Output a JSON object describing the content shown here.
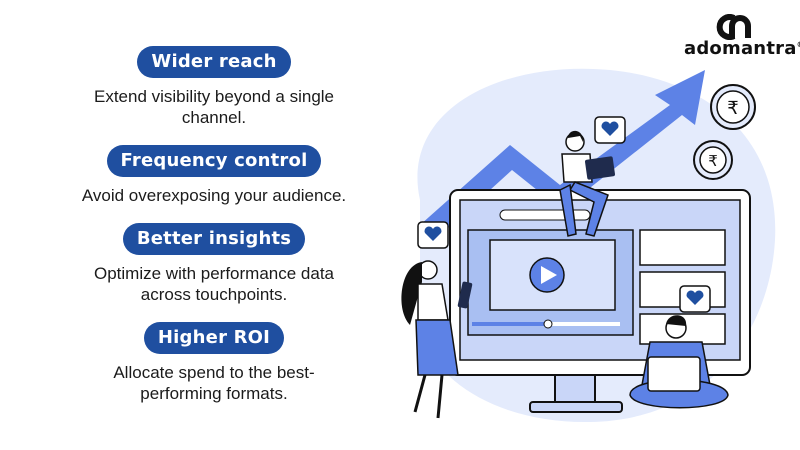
{
  "brand": {
    "name": "adomantra",
    "registered": "®"
  },
  "benefits": [
    {
      "title": "Wider reach",
      "description": "Extend visibility beyond a single channel."
    },
    {
      "title": "Frequency control",
      "description": "Avoid overexposing your audience."
    },
    {
      "title": "Better insights",
      "description": "Optimize with performance data across touchpoints."
    },
    {
      "title": "Higher ROI",
      "description": "Allocate spend to the best-performing formats."
    }
  ],
  "illustration": {
    "currency_symbol": "₹"
  },
  "colors": {
    "pill": "#1f4fa0",
    "accent": "#5d82e6",
    "light": "#c9d6f8",
    "bg_tint": "#e4ebfc"
  }
}
